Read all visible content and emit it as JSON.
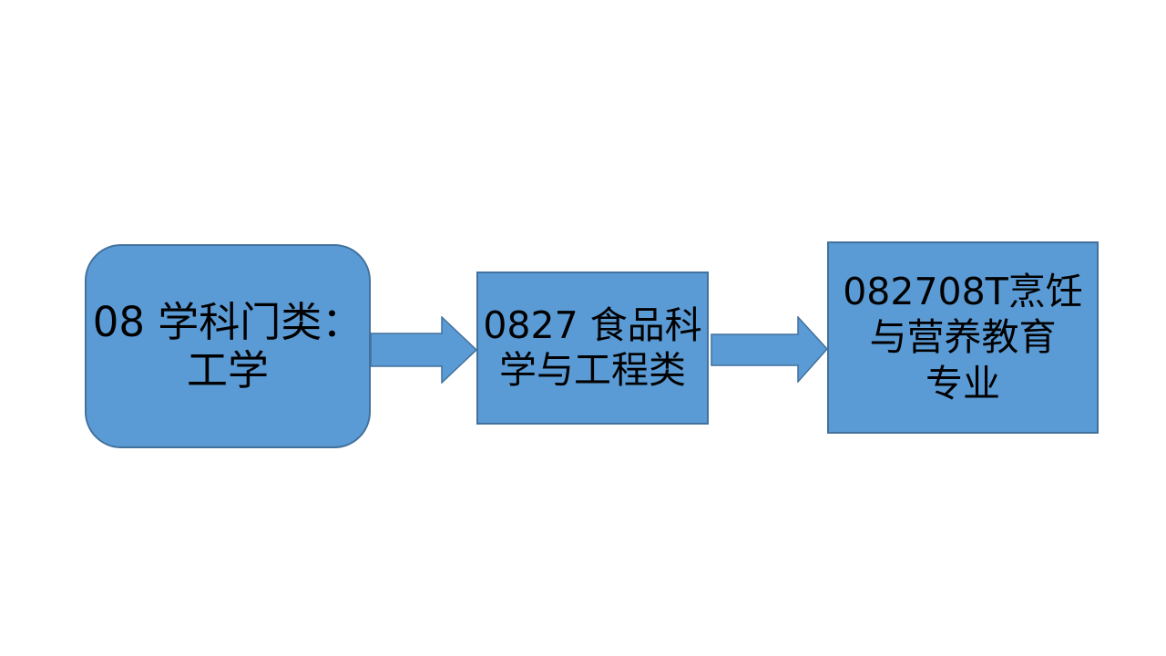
{
  "colors": {
    "slide_background": "#ffffff",
    "shape_fill": "#5b9bd5",
    "shape_border": "#41719c",
    "text_color": "#000000"
  },
  "flowchart": {
    "nodes": [
      {
        "shape": "rounded-rectangle",
        "text": "08 学科门类：\n工学"
      },
      {
        "shape": "rectangle",
        "text": "0827 食品科\n学与工程类"
      },
      {
        "shape": "rectangle",
        "text": "082708T烹饪\n与营养教育\n专业"
      }
    ],
    "connectors": [
      {
        "type": "right-block-arrow",
        "from": 0,
        "to": 1
      },
      {
        "type": "right-block-arrow",
        "from": 1,
        "to": 2
      }
    ]
  }
}
